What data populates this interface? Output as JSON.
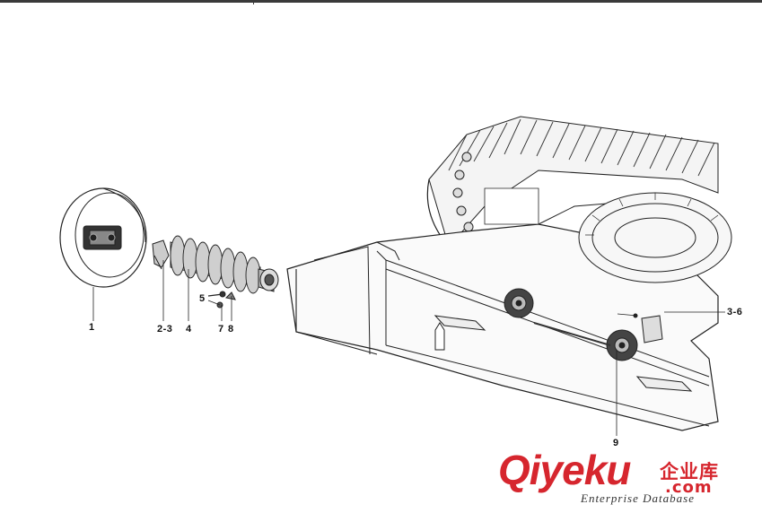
{
  "diagram": {
    "callouts": [
      {
        "id": "c1",
        "text": "1"
      },
      {
        "id": "c2",
        "text": "2-3"
      },
      {
        "id": "c3",
        "text": "4"
      },
      {
        "id": "c4",
        "text": "5"
      },
      {
        "id": "c5",
        "text": "7"
      },
      {
        "id": "c6",
        "text": "8"
      },
      {
        "id": "c7",
        "text": "3-6"
      },
      {
        "id": "c8",
        "text": "9"
      }
    ]
  },
  "watermark": {
    "brand": "Qiyeku",
    "chinese": "企业库",
    "domain": ".com",
    "subtitle": "Enterprise Database",
    "color": "#d6262e"
  }
}
